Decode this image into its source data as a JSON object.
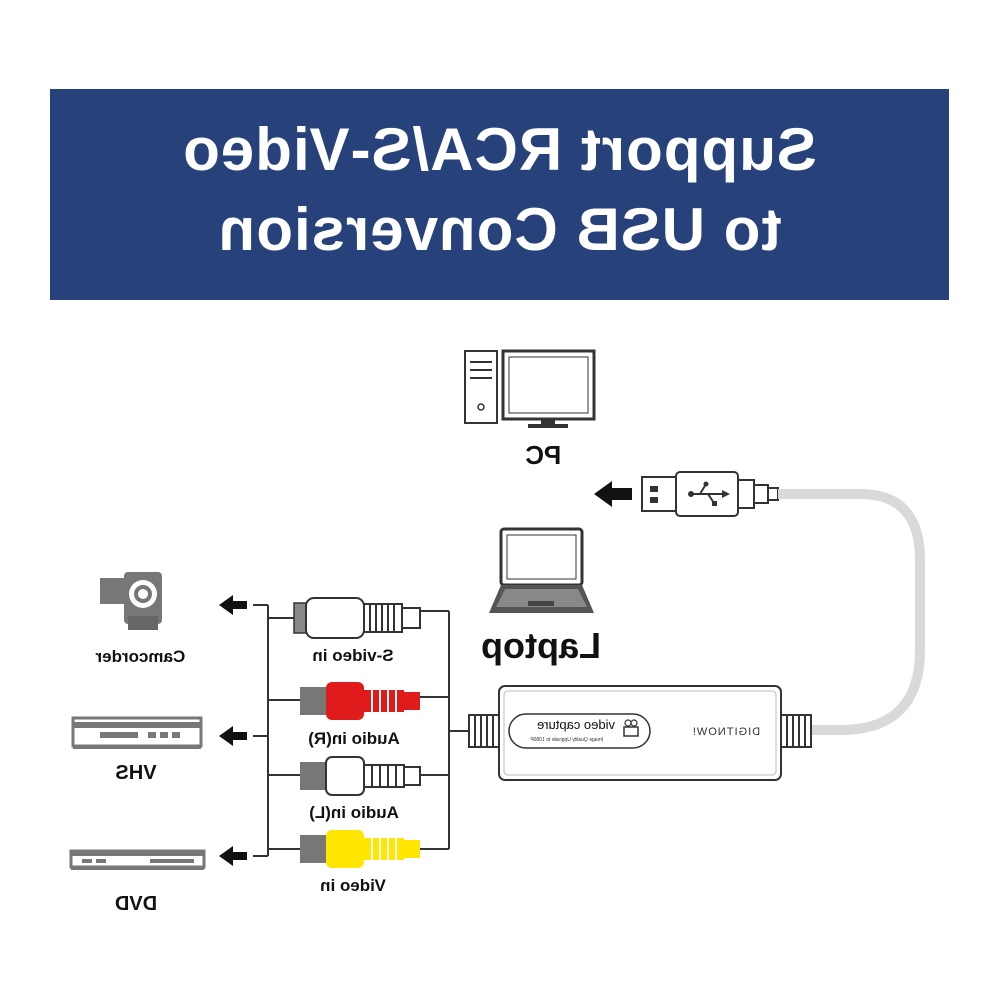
{
  "banner": {
    "line1": "Support RCA/S-Video",
    "line2": "to USB Conversion"
  },
  "devices": {
    "pc": "PC",
    "laptop": "Laptop",
    "camcorder": "Camcorder",
    "vhs": "VHS",
    "dvd": "DVD"
  },
  "connectors": {
    "svideo": "S-video in",
    "audio_r": "Audio in(R)",
    "audio_l": "Audio in(L)",
    "video": "Video in"
  },
  "capture_box": {
    "brand": "DIGITNOW!",
    "product": "video capture",
    "subtitle": "Image Quality Upgrade to 1080P"
  },
  "colors": {
    "banner": "#27427a",
    "audio_r": "#e01b1b",
    "audio_l": "#ffffff",
    "video": "#ffe600",
    "cable": "#d9d9d9"
  }
}
